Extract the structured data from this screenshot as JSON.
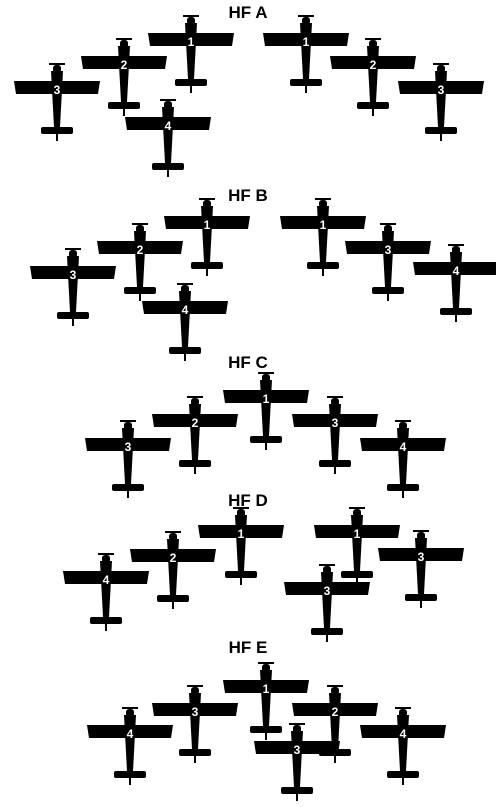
{
  "formations": [
    {
      "title": "HF A",
      "planes": [
        "1",
        "2",
        "3",
        "4",
        "1",
        "2",
        "3"
      ]
    },
    {
      "title": "HF B",
      "planes": [
        "1",
        "2",
        "3",
        "4",
        "1",
        "3",
        "4"
      ]
    },
    {
      "title": "HF C",
      "planes": [
        "1",
        "2",
        "3",
        "3",
        "4"
      ]
    },
    {
      "title": "HF D",
      "planes": [
        "1",
        "2",
        "4",
        "1",
        "3",
        "3"
      ]
    },
    {
      "title": "HF E",
      "planes": [
        "1",
        "3",
        "4",
        "2",
        "4",
        "3"
      ]
    }
  ],
  "colors": {
    "aircraft": "#000000",
    "label": "#ffffff",
    "background": "#ffffff"
  },
  "icon": "aircraft-silhouette-icon"
}
